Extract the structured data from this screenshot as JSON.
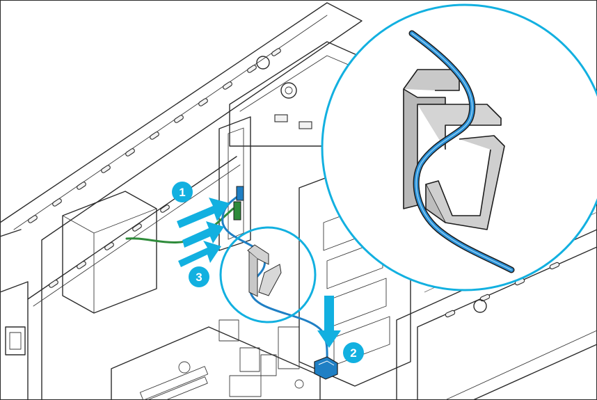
{
  "colors": {
    "accent": "#12b0e0",
    "cable_blue": "#1f7fc4",
    "cable_green": "#2e8b3a",
    "clip_gray": "#c8c8c8",
    "outline": "#2b2b2b"
  },
  "callouts": [
    {
      "id": "step-1",
      "label": "1"
    },
    {
      "id": "step-2",
      "label": "2"
    },
    {
      "id": "step-3",
      "label": "3"
    }
  ]
}
